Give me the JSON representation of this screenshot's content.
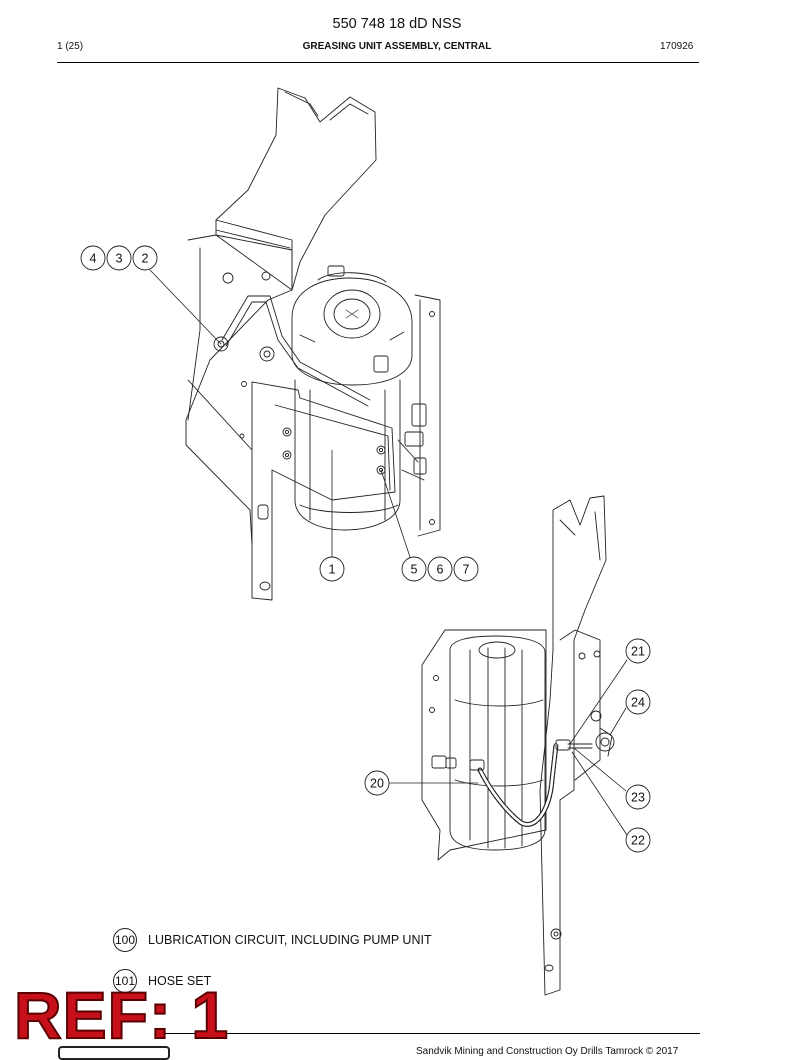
{
  "header": {
    "doc_number": "550 748 18 dD NSS",
    "page_indicator": "1 (25)",
    "section_title": "GREASING UNIT ASSEMBLY, CENTRAL",
    "date_code": "170926"
  },
  "callouts": {
    "upper": [
      "4",
      "3",
      "2",
      "1",
      "5",
      "6",
      "7"
    ],
    "lower": [
      "21",
      "24",
      "20",
      "23",
      "22"
    ]
  },
  "legend": [
    {
      "number": "100",
      "text": "LUBRICATION CIRCUIT, INCLUDING PUMP UNIT"
    },
    {
      "number": "101",
      "text": "HOSE SET"
    }
  ],
  "footer": {
    "copyright": "Sandvik Mining and Construction Oy Drills Tamrock © 2017"
  },
  "stamp": {
    "text": "REF: 1",
    "color": "#c8101a"
  }
}
